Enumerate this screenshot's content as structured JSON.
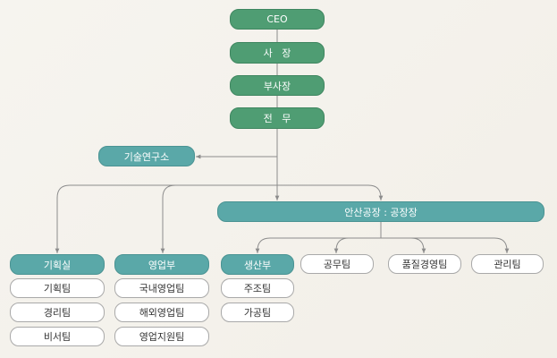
{
  "colors": {
    "executive": "#4f9d73",
    "department": "#5aa8a8",
    "team_border": "#a9a9a9",
    "connector": "#8c8c8c"
  },
  "org": {
    "ceo": "CEO",
    "president": "사   장",
    "vice_president": "부사장",
    "managing_director": "전   무",
    "research": "기술연구소",
    "factory": "안산공장 : 공장장",
    "planning": {
      "title": "기획실",
      "teams": [
        "기획팀",
        "경리팀",
        "비서팀"
      ]
    },
    "sales": {
      "title": "영업부",
      "teams": [
        "국내영업팀",
        "해외영업팀",
        "영업지원팀"
      ]
    },
    "production": {
      "title": "생산부",
      "teams": [
        "주조팀",
        "가공팀"
      ]
    },
    "engineering": "공무팀",
    "quality": "품질경영팀",
    "admin": "관리팀"
  }
}
